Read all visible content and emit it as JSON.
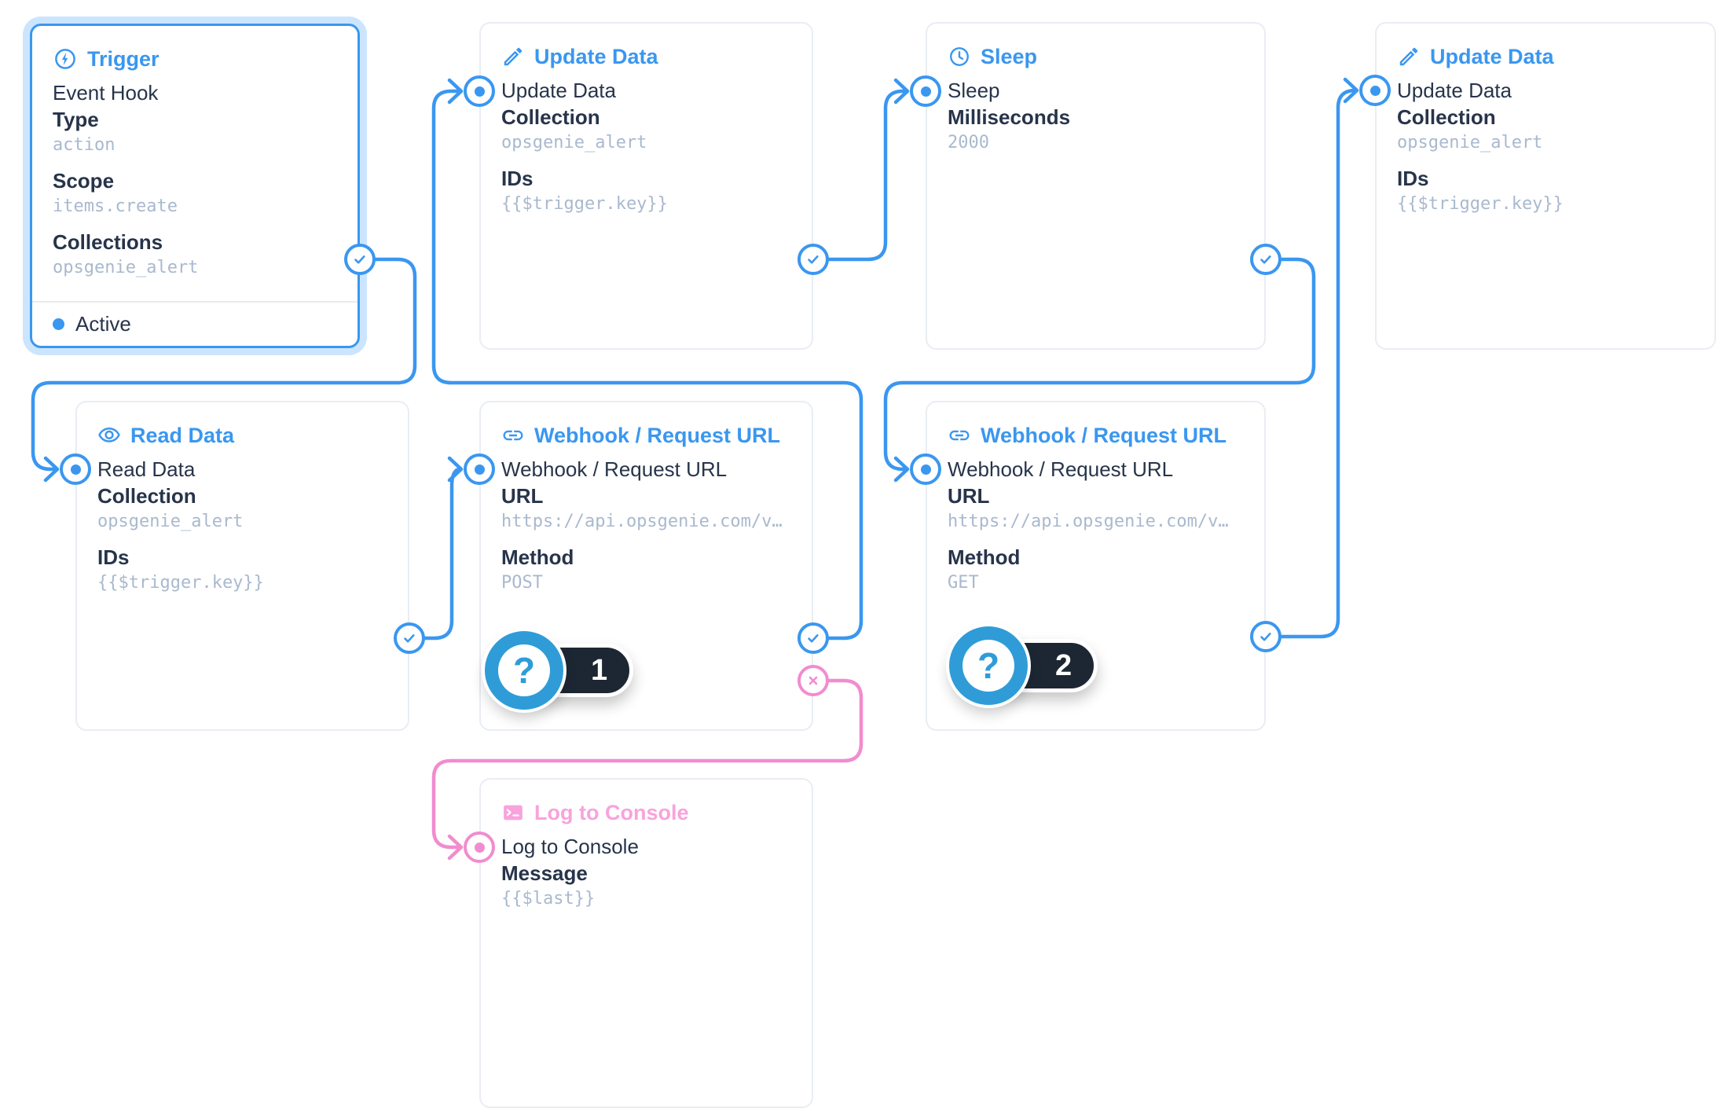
{
  "app": "flow-editor-canvas",
  "colors": {
    "accent_blue": "#3a97f0",
    "accent_pink": "#f18ccf",
    "title_pink": "#f8a3dc",
    "text_dark": "#27344a",
    "value_muted": "#a9b9ce",
    "avatar_blue": "#2f9cd8",
    "badge_pill_dark": "#1d2733",
    "canvas_bg": "#ffffff"
  },
  "nodes": [
    {
      "id": "trigger",
      "title": "Trigger",
      "icon": "bolt-circle-icon",
      "name": "Event Hook",
      "fields": [
        {
          "label": "Type",
          "value": "action"
        },
        {
          "label": "Scope",
          "value": "items.create"
        },
        {
          "label": "Collections",
          "value": "opsgenie_alert"
        }
      ],
      "status": "Active",
      "selected": true
    },
    {
      "id": "update-data-1",
      "title": "Update Data",
      "icon": "pencil-icon",
      "name": "Update Data",
      "fields": [
        {
          "label": "Collection",
          "value": "opsgenie_alert"
        },
        {
          "label": "IDs",
          "value": "{{$trigger.key}}"
        }
      ]
    },
    {
      "id": "sleep",
      "title": "Sleep",
      "icon": "clock-icon",
      "name": "Sleep",
      "fields": [
        {
          "label": "Milliseconds",
          "value": "2000"
        }
      ]
    },
    {
      "id": "update-data-2",
      "title": "Update Data",
      "icon": "pencil-icon",
      "name": "Update Data",
      "fields": [
        {
          "label": "Collection",
          "value": "opsgenie_alert"
        },
        {
          "label": "IDs",
          "value": "{{$trigger.key}}"
        }
      ]
    },
    {
      "id": "read-data",
      "title": "Read Data",
      "icon": "eye-icon",
      "name": "Read Data",
      "fields": [
        {
          "label": "Collection",
          "value": "opsgenie_alert"
        },
        {
          "label": "IDs",
          "value": "{{$trigger.key}}"
        }
      ]
    },
    {
      "id": "webhook-1",
      "title": "Webhook / Request URL",
      "icon": "link-icon",
      "name": "Webhook / Request URL",
      "fields": [
        {
          "label": "URL",
          "value": "https://api.opsgenie.com/v…"
        },
        {
          "label": "Method",
          "value": "POST"
        }
      ],
      "badge": "1",
      "avatar": "?"
    },
    {
      "id": "webhook-2",
      "title": "Webhook / Request URL",
      "icon": "link-icon",
      "name": "Webhook / Request URL",
      "fields": [
        {
          "label": "URL",
          "value": "https://api.opsgenie.com/v…"
        },
        {
          "label": "Method",
          "value": "GET"
        }
      ],
      "badge": "2",
      "avatar": "?"
    },
    {
      "id": "log-to-console",
      "title": "Log to Console",
      "icon": "terminal-icon",
      "name": "Log to Console",
      "fields": [
        {
          "label": "Message",
          "value": "{{$last}}"
        }
      ]
    }
  ],
  "edges": [
    {
      "from": "trigger",
      "port": "resolve",
      "to": "read-data"
    },
    {
      "from": "read-data",
      "port": "resolve",
      "to": "webhook-1"
    },
    {
      "from": "webhook-1",
      "port": "resolve",
      "to": "update-data-1"
    },
    {
      "from": "update-data-1",
      "port": "resolve",
      "to": "sleep"
    },
    {
      "from": "sleep",
      "port": "resolve",
      "to": "webhook-2"
    },
    {
      "from": "webhook-2",
      "port": "resolve",
      "to": "update-data-2"
    },
    {
      "from": "webhook-1",
      "port": "reject",
      "to": "log-to-console"
    }
  ]
}
